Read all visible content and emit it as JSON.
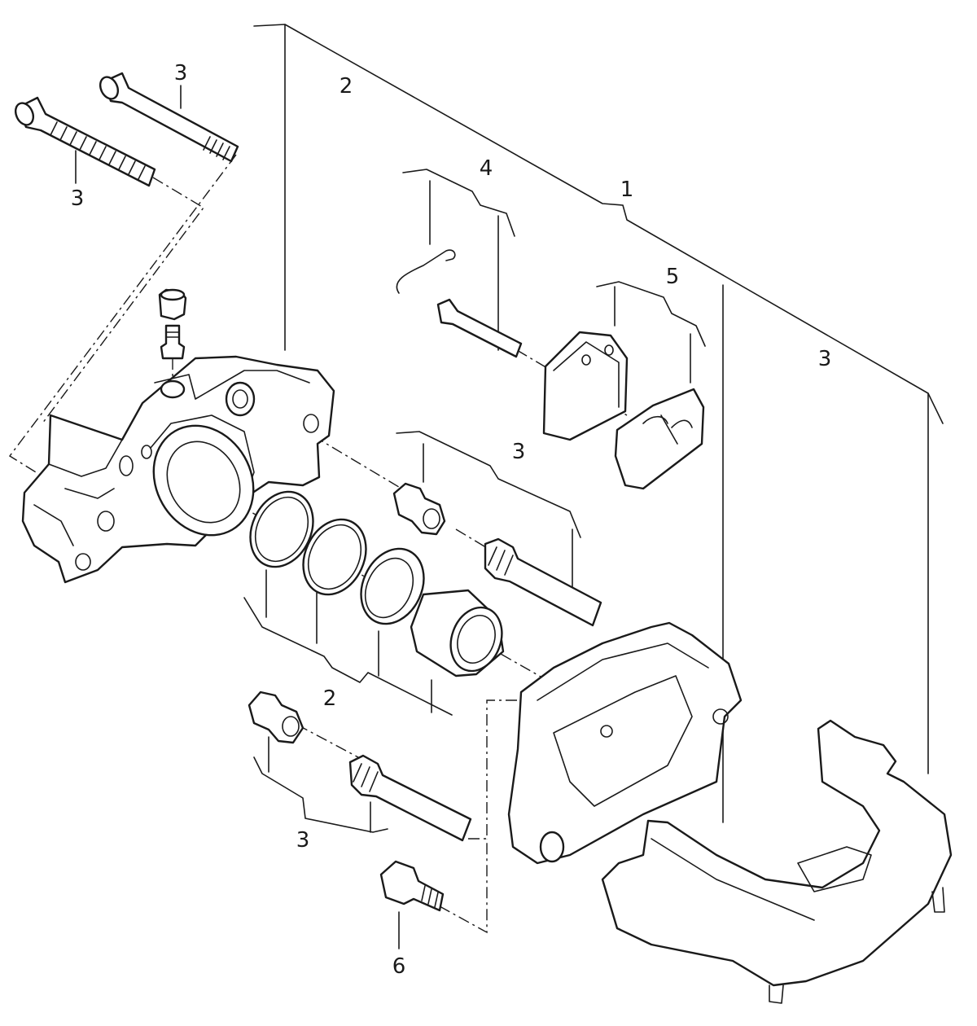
{
  "diagram": {
    "callouts": [
      {
        "id": "c1",
        "text": "1"
      },
      {
        "id": "c2a",
        "text": "2"
      },
      {
        "id": "c2b",
        "text": "2"
      },
      {
        "id": "c3a",
        "text": "3"
      },
      {
        "id": "c3b",
        "text": "3"
      },
      {
        "id": "c3c",
        "text": "3"
      },
      {
        "id": "c3d",
        "text": "3"
      },
      {
        "id": "c3e",
        "text": "3"
      },
      {
        "id": "c4",
        "text": "4"
      },
      {
        "id": "c5",
        "text": "5"
      },
      {
        "id": "c6",
        "text": "6"
      }
    ],
    "line_color": "#1a1a1a",
    "background": "#ffffff"
  }
}
